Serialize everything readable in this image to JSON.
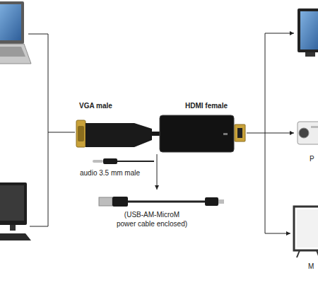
{
  "diagram": {
    "labels": [
      "VGA male",
      "HDMI female",
      "audio 3.5 mm male",
      "(USB-AM-MicroM power cable enclosed)",
      "P",
      "M"
    ]
  }
}
